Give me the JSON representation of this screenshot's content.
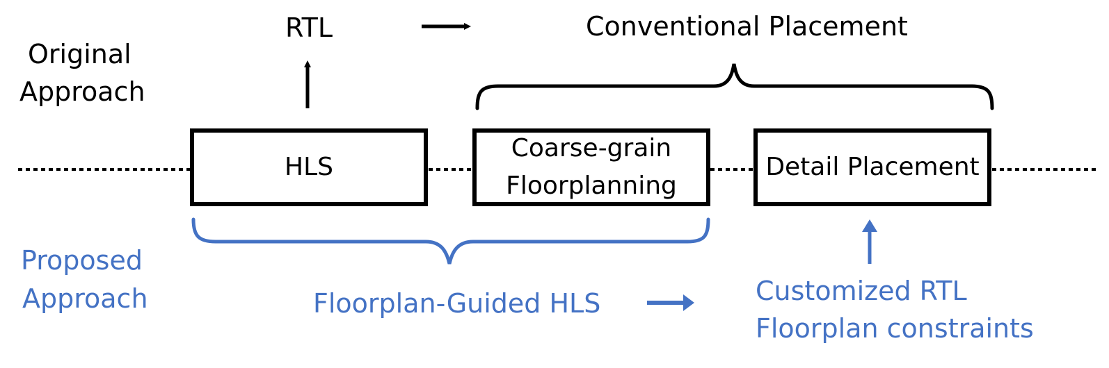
{
  "colors": {
    "original": "#000000",
    "proposed": "#4472c4",
    "background": "#ffffff"
  },
  "original_approach": {
    "line1": "Original",
    "line2": "Approach"
  },
  "proposed_approach": {
    "line1": "Proposed",
    "line2": "Approach"
  },
  "rtl_label": "RTL",
  "conventional_placement_label": "Conventional Placement",
  "stages": {
    "hls": "HLS",
    "coarse_grain_line1": "Coarse-grain",
    "coarse_grain_line2": "Floorplanning",
    "detail_placement": "Detail Placement"
  },
  "floorplan_guided_hls_label": "Floorplan-Guided HLS",
  "customized_outputs": {
    "line1": "Customized RTL",
    "line2": "Floorplan constraints"
  }
}
